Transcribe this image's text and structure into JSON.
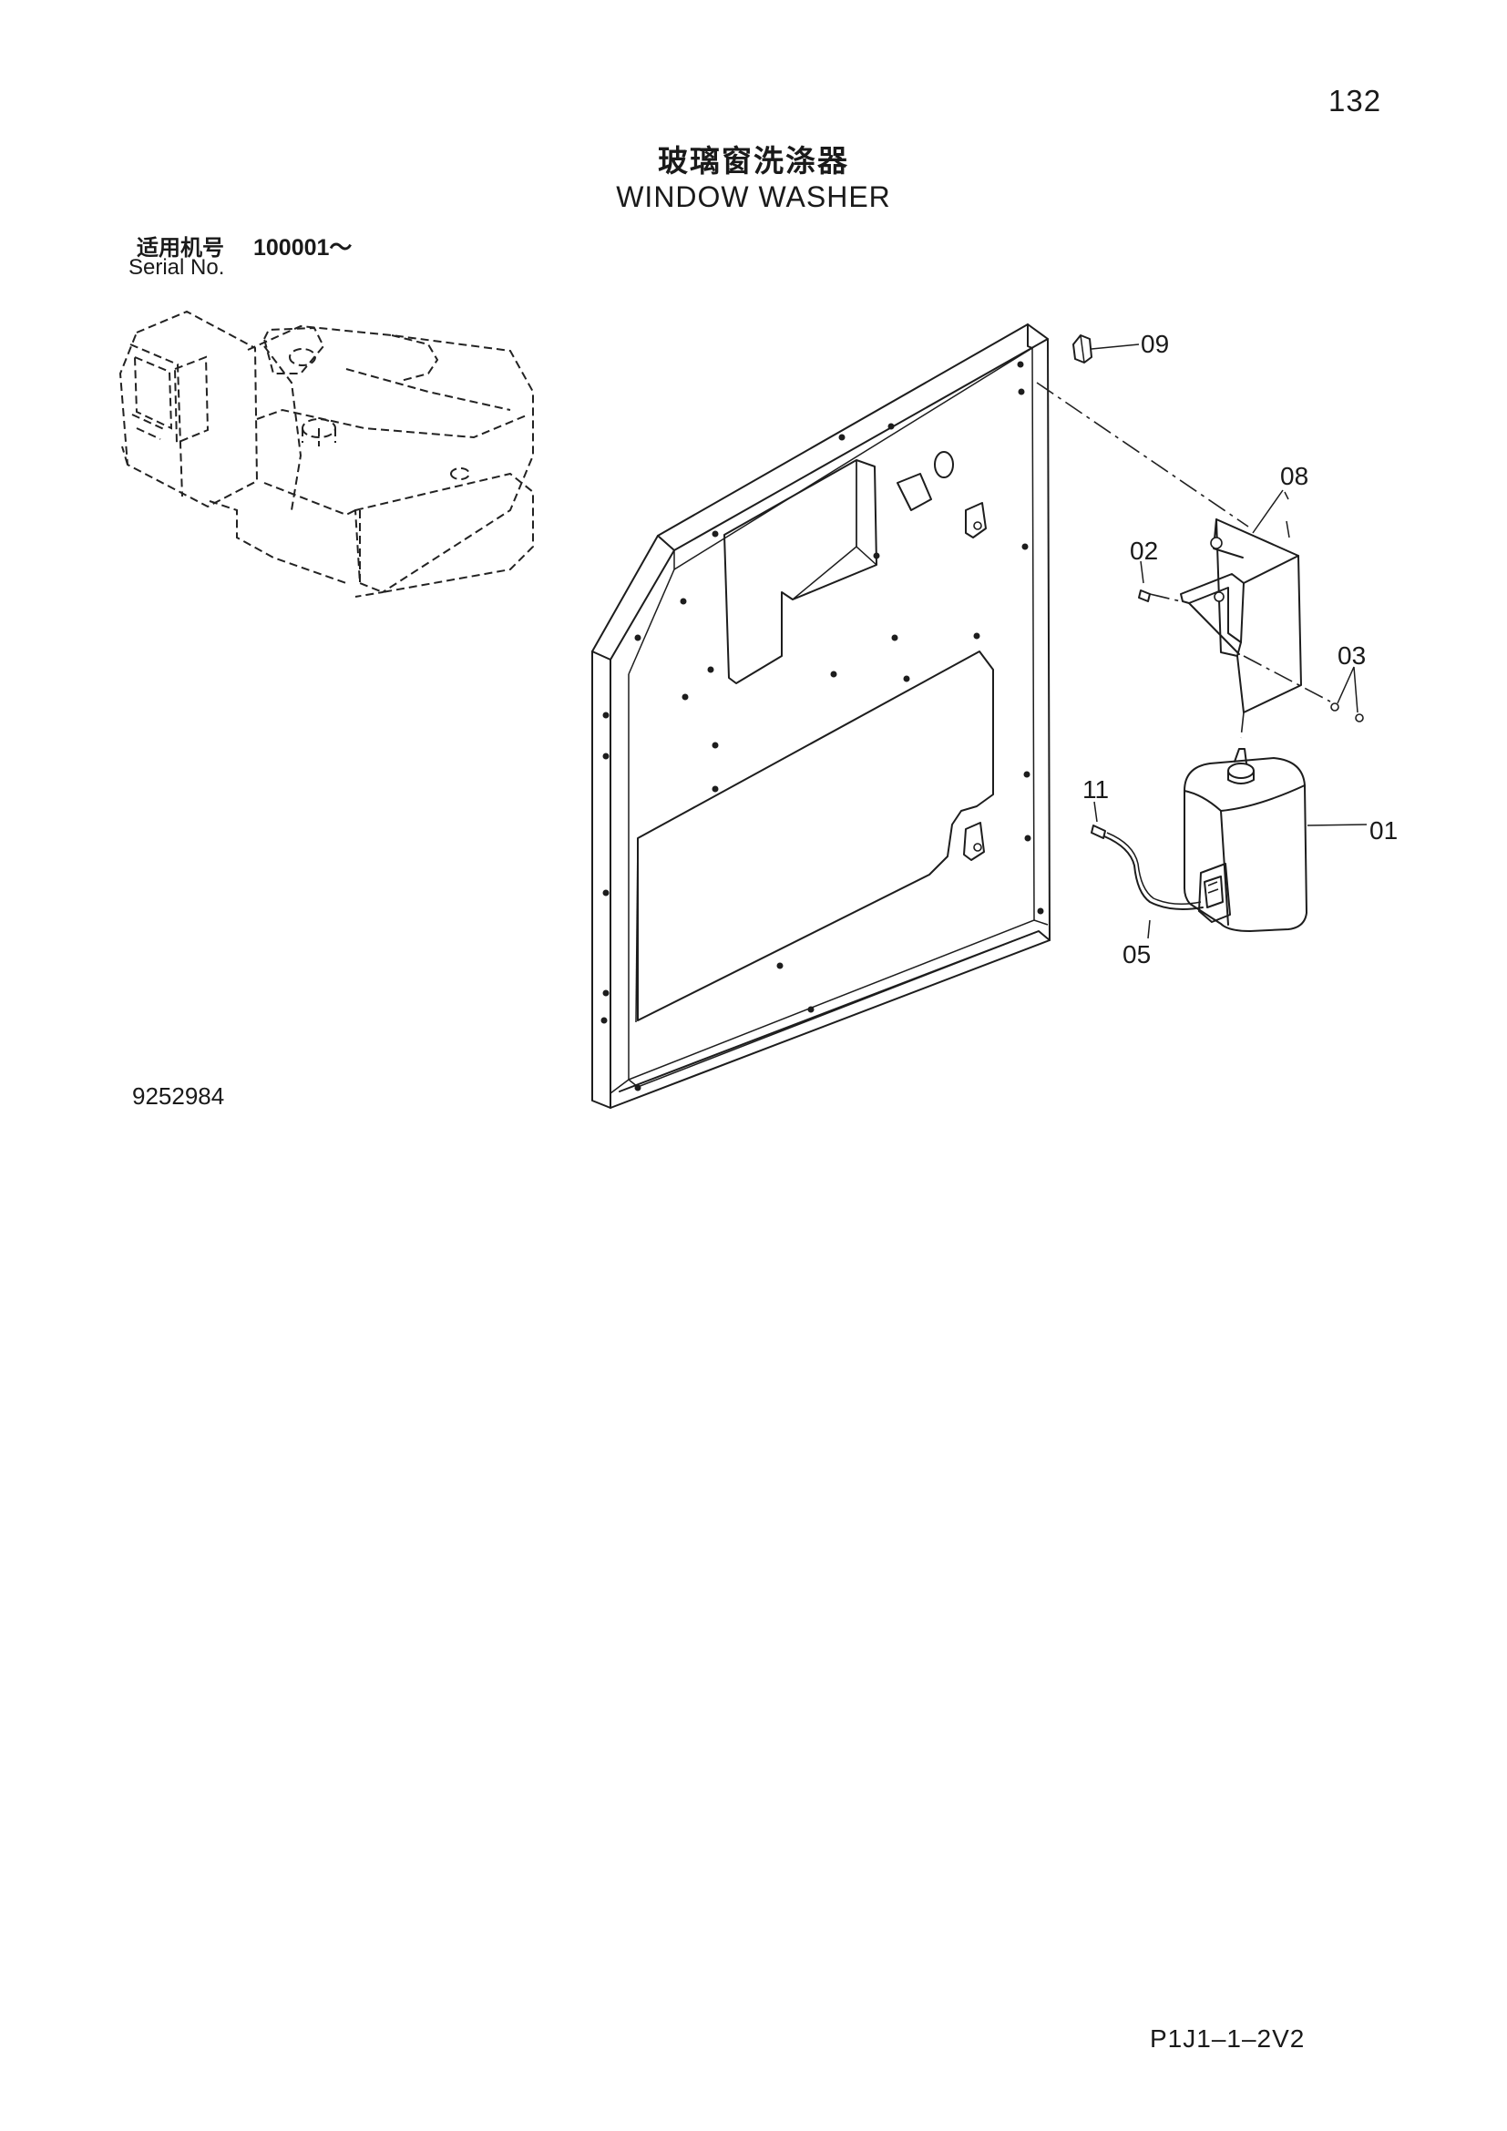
{
  "page_number": "132",
  "title_cn": "玻璃窗洗涤器",
  "title_en": "WINDOW WASHER",
  "serial_label_cn": "适用机号",
  "serial_value": "100001～",
  "serial_label_en": "Serial No.",
  "drawing_number": "9252984",
  "page_code": "P1J1–1–2V2",
  "callouts": {
    "c01": "01",
    "c02": "02",
    "c03": "03",
    "c05": "05",
    "c08": "08",
    "c09": "09",
    "c11": "11"
  }
}
